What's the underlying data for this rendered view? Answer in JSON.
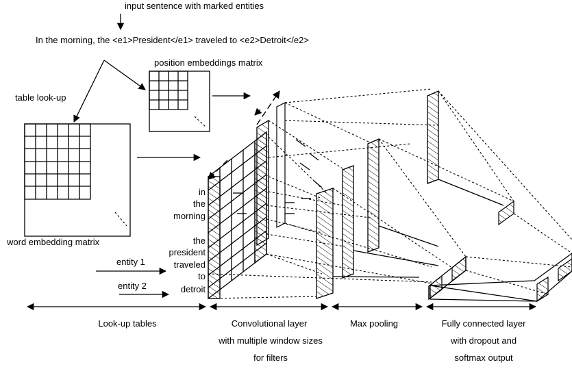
{
  "header": {
    "input_caption": "input sentence with marked entities",
    "sentence": "In the morning, the <e1>President</e1> traveled to <e2>Detroit</e2>"
  },
  "labels": {
    "position_matrix": "position embeddings matrix",
    "table_lookup": "table look-up",
    "word_matrix": "word embedding matrix",
    "entity1": "entity 1",
    "entity2": "entity 2"
  },
  "tokens": [
    "in",
    "the",
    "morning",
    "the",
    "president",
    "traveled",
    "to",
    "detroit"
  ],
  "stages": [
    {
      "name": "lookup",
      "lines": [
        "Look-up tables"
      ]
    },
    {
      "name": "conv",
      "lines": [
        "Convolutional layer",
        "with multiple window sizes",
        "for filters"
      ]
    },
    {
      "name": "pool",
      "lines": [
        "Max pooling"
      ]
    },
    {
      "name": "fc",
      "lines": [
        "Fully connected layer",
        "with dropout and",
        "softmax output"
      ]
    }
  ],
  "colors": {
    "ink": "#000000",
    "background": "#ffffff"
  }
}
